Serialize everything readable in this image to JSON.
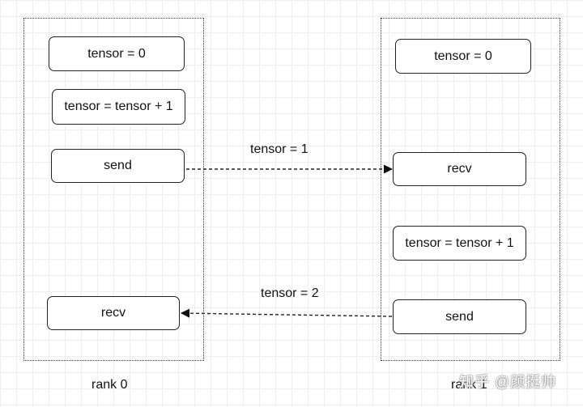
{
  "lanes": [
    {
      "label": "rank 0",
      "steps": [
        "tensor = 0",
        "tensor = tensor + 1",
        "send",
        "recv"
      ]
    },
    {
      "label": "rank 1",
      "steps": [
        "tensor = 0",
        "recv",
        "tensor = tensor + 1",
        "send"
      ]
    }
  ],
  "messages": [
    {
      "label": "tensor = 1",
      "from": "rank 0 send",
      "to": "rank 1 recv"
    },
    {
      "label": "tensor = 2",
      "from": "rank 1 send",
      "to": "rank 0 recv"
    }
  ],
  "watermark": "知乎 @颜挺帅",
  "colors": {
    "line": "#222222",
    "grid": "#eeeeee",
    "background": "#ffffff"
  }
}
